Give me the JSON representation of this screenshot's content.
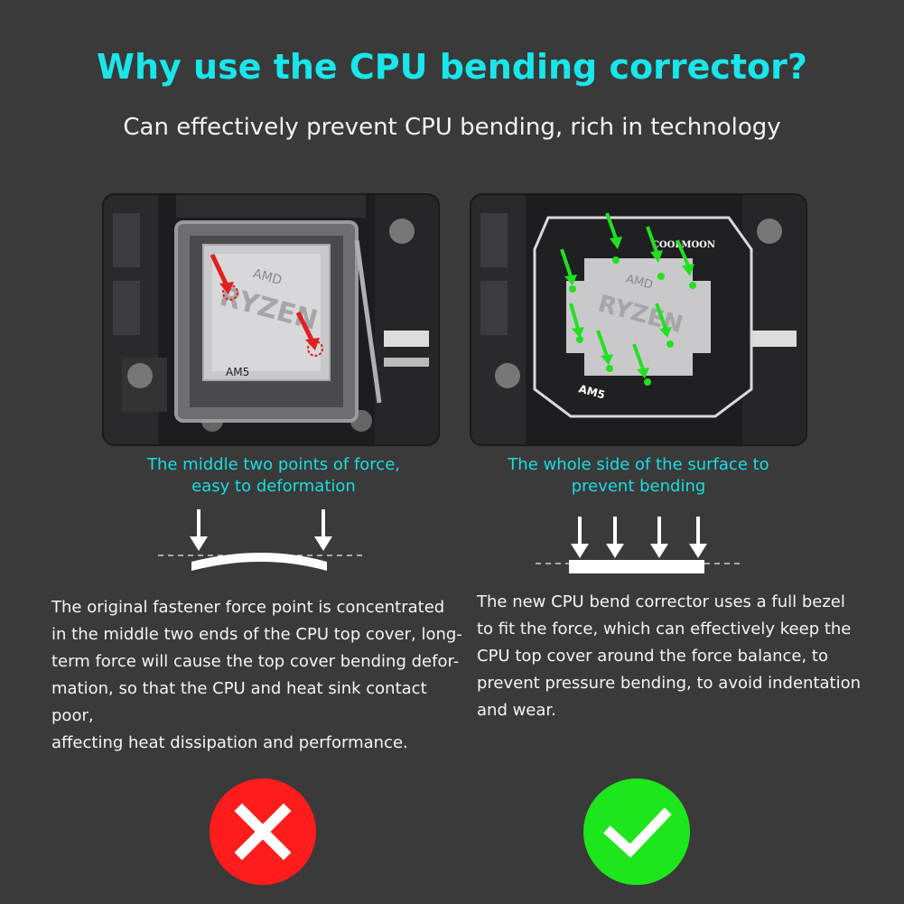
{
  "header": {
    "title": "Why use the CPU bending corrector?",
    "subtitle": "Can effectively prevent CPU bending, rich in technology"
  },
  "left": {
    "caption_line1": "The middle two points of force,",
    "caption_line2": "easy to deformation",
    "description_lines": [
      "The original fastener force point is concentrated",
      "in the middle two ends of the CPU top cover, long-",
      "term force will cause the top cover bending defor-",
      "mation, so that the CPU and heat sink contact poor,",
      "affecting heat dissipation and performance."
    ],
    "photo_labels": {
      "brand": "AMD",
      "model": "RYZEN",
      "socket": "AM5"
    }
  },
  "right": {
    "caption_line1": "The whole side of the surface to",
    "caption_line2": "prevent bending",
    "description_lines": [
      "The new CPU bend corrector uses a full bezel",
      "to fit the force, which can effectively keep the",
      "CPU top cover around the force balance, to",
      "prevent pressure bending, to avoid indentation",
      "and wear."
    ],
    "photo_labels": {
      "brand": "AMD",
      "model": "RYZEN",
      "socket": "AM5",
      "frame_brand": "COOLMOON"
    }
  },
  "icons": {
    "wrong": "x-icon",
    "right": "checkmark-icon"
  },
  "colors": {
    "accent_cyan": "#19e6ea",
    "wrong_red": "#ff1c1c",
    "right_green": "#1de61d",
    "arrow_red": "#e02020",
    "arrow_green": "#22e022"
  }
}
